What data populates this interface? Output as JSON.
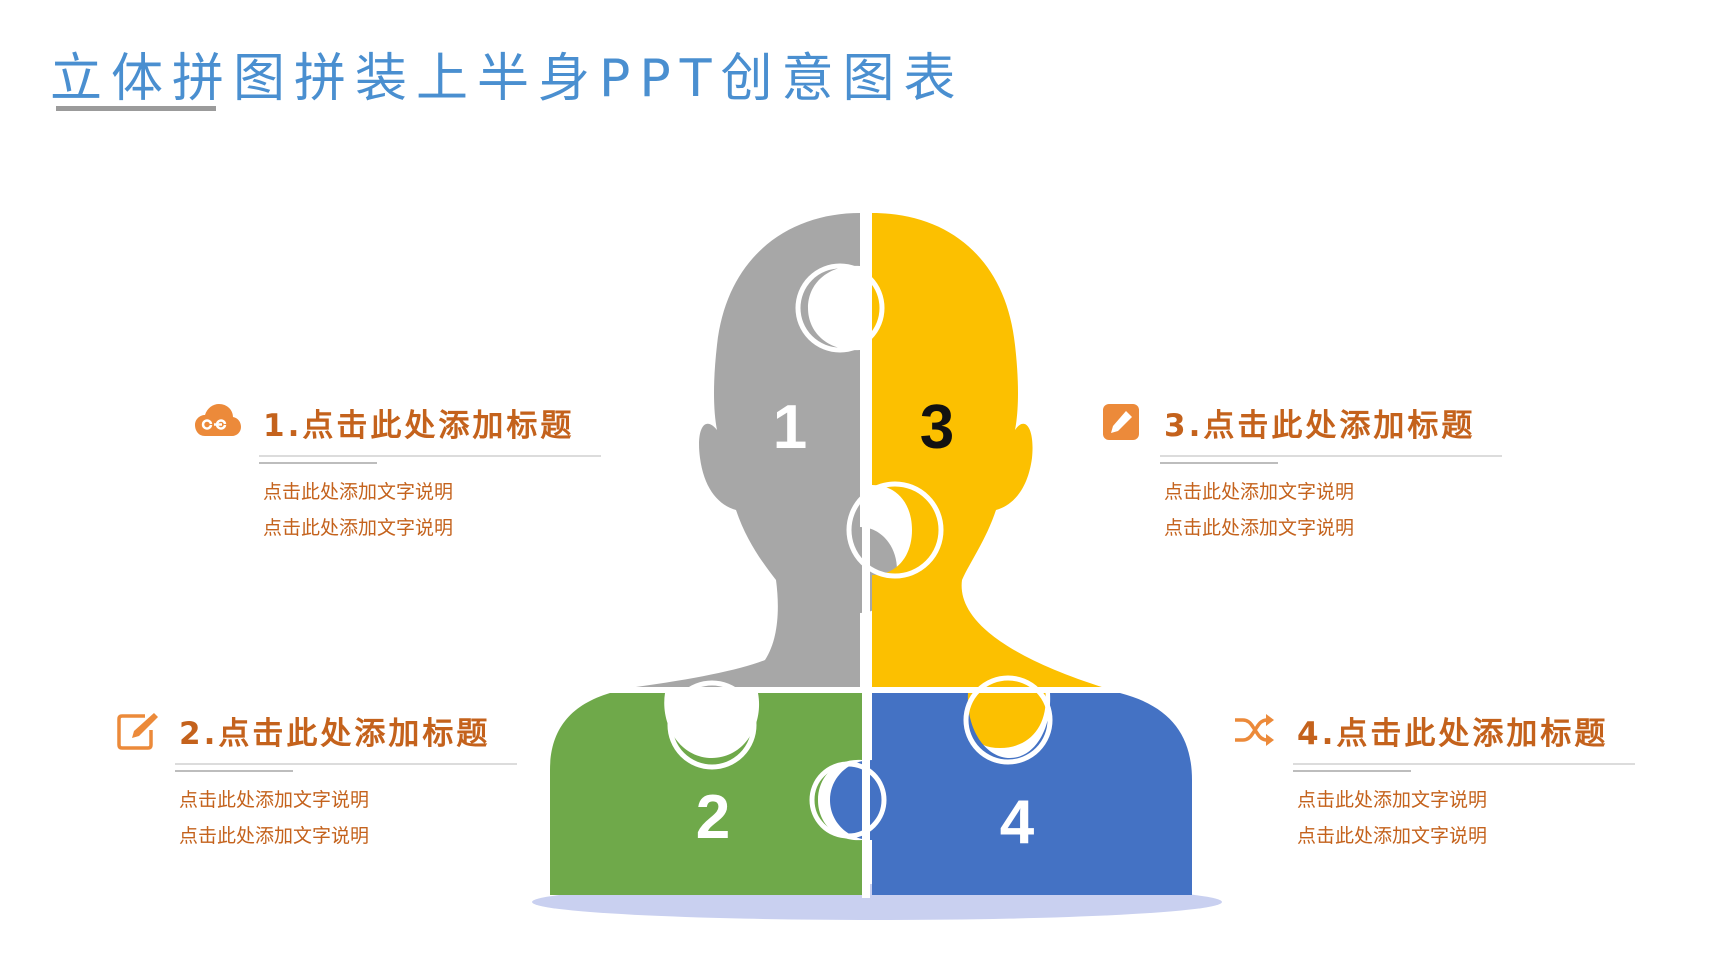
{
  "page": {
    "title": "立体拼图拼装上半身PPT创意图表"
  },
  "colors": {
    "title": "#4a8fd0",
    "accent": "#c4621c",
    "icon": "#ec8a3a",
    "piece_1": "#a7a7a7",
    "piece_2": "#6fa94a",
    "piece_3": "#fcc000",
    "piece_4": "#4472c4",
    "shadow": "#c9d0f0"
  },
  "pieces": [
    {
      "number": "1"
    },
    {
      "number": "2"
    },
    {
      "number": "3"
    },
    {
      "number": "4"
    }
  ],
  "items": [
    {
      "icon": "cloud-link-icon",
      "heading": "1.点击此处添加标题",
      "lines": [
        "点击此处添加文字说明",
        "点击此处添加文字说明"
      ]
    },
    {
      "icon": "edit-square-icon",
      "heading": "2.点击此处添加标题",
      "lines": [
        "点击此处添加文字说明",
        "点击此处添加文字说明"
      ]
    },
    {
      "icon": "pencil-badge-icon",
      "heading": "3.点击此处添加标题",
      "lines": [
        "点击此处添加文字说明",
        "点击此处添加文字说明"
      ]
    },
    {
      "icon": "shuffle-icon",
      "heading": "4.点击此处添加标题",
      "lines": [
        "点击此处添加文字说明",
        "点击此处添加文字说明"
      ]
    }
  ]
}
